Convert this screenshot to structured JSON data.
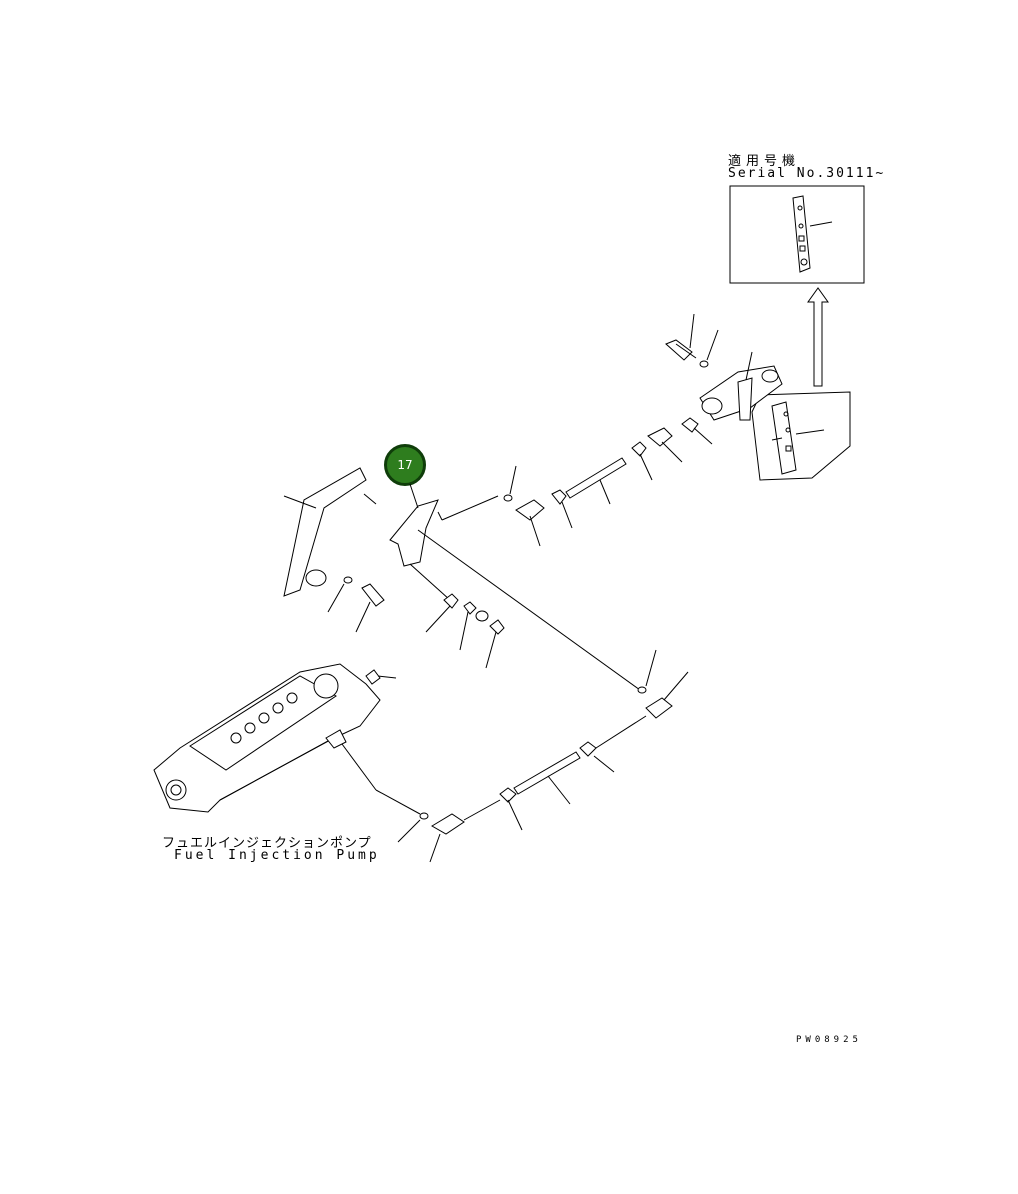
{
  "labels": {
    "serial_jp": "適用号機",
    "serial_en": "Serial No.30111~",
    "pump_jp": "フュエルインジェクションポンプ",
    "pump_en": "Fuel Injection Pump",
    "drawing_code": "PW08925"
  },
  "callout": {
    "number": "17",
    "color": "#2e7d1e"
  }
}
